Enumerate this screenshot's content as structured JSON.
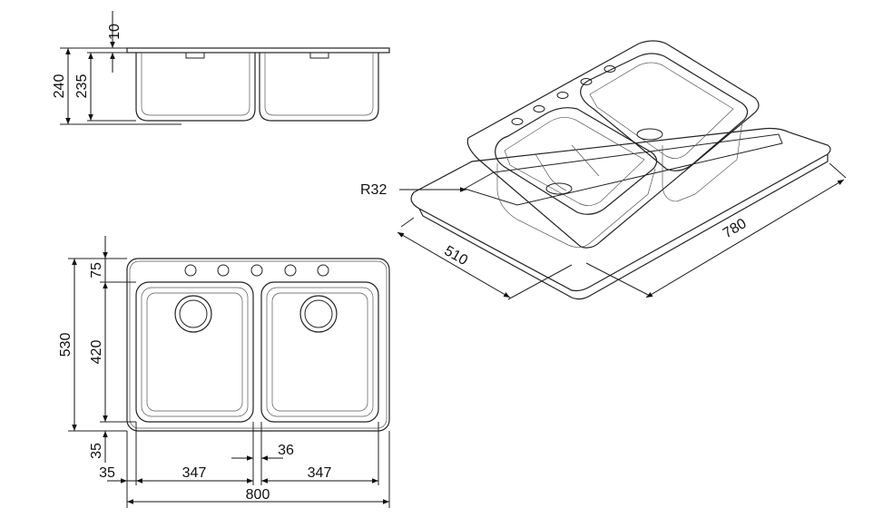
{
  "dimensions": {
    "flange_thickness": "10",
    "overall_depth": "240",
    "bowl_depth": "235",
    "deck_depth": "75",
    "bowl_length": "420",
    "total_depth": "530",
    "front_margin": "35",
    "side_margin": "35",
    "bowl_width_left": "347",
    "bowl_width_right": "347",
    "divider_width": "36",
    "total_width": "800",
    "corner_radius": "R32",
    "cutout_depth": "510",
    "cutout_width": "780"
  }
}
